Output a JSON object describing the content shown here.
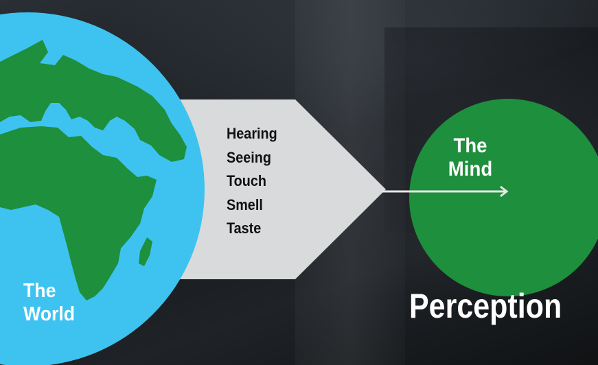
{
  "diagram": {
    "world_label_line1": "The",
    "world_label_line2": "World",
    "mind_label_line1": "The",
    "mind_label_line2": "Mind",
    "perception_label": "Perception",
    "senses": [
      "Hearing",
      "Seeing",
      "Touch",
      "Smell",
      "Taste"
    ]
  },
  "colors": {
    "ocean": "#3ec3f0",
    "land": "#1e8f3c",
    "mind_circle": "#1e8f3c",
    "arrow_shape": "#d9dadb",
    "arrow_line": "#e8e8e8",
    "label_text": "#ffffff",
    "senses_text": "#111111"
  }
}
